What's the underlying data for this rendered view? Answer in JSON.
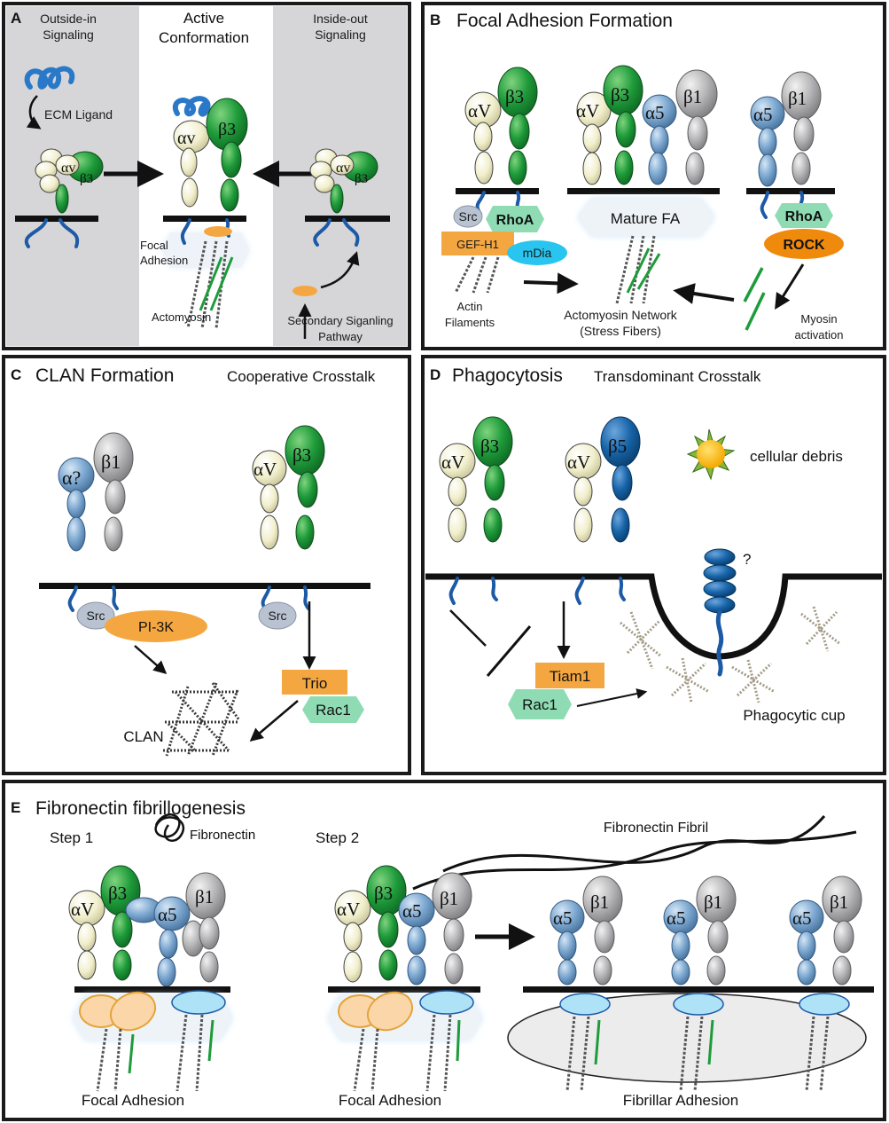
{
  "colors": {
    "beta3": "#1e9b3a",
    "alphaV": "#f1efcc",
    "alpha5": "#7aa6cf",
    "beta1": "#b5b5b7",
    "beta5": "#1764a8",
    "ecm": "#2a78c8",
    "orange": "#f4a741",
    "mint": "#8fdcb4",
    "cyan": "#27c5ef",
    "light_blue_pad": "#aee2f7"
  },
  "panelA": {
    "letter": "A",
    "outside_in": [
      "Outside-in",
      "Signaling"
    ],
    "active": [
      "Active",
      "Conformation"
    ],
    "inside_out": [
      "Inside-out",
      "Signaling"
    ],
    "ecm_ligand": "ECM Ligand",
    "av": "αv",
    "b3": "β3",
    "focal_adhesion": [
      "Focal",
      "Adhesion"
    ],
    "actomyosin": "Actomyosin",
    "secondary": [
      "Secondary Siganling",
      "Pathway"
    ]
  },
  "panelB": {
    "letter": "B",
    "title": "Focal Adhesion Formation",
    "av": "αV",
    "b3": "β3",
    "a5": "α5",
    "b1": "β1",
    "src": "Src",
    "rhoa": "RhoA",
    "gef": "GEF-H1",
    "mdia": "mDia",
    "mature_fa": "Mature FA",
    "rock": "ROCK",
    "actin": [
      "Actin",
      "Filaments"
    ],
    "network": [
      "Actomyosin Network",
      "(Stress Fibers)"
    ],
    "myosin": [
      "Myosin",
      "activation"
    ]
  },
  "panelC": {
    "letter": "C",
    "title": "CLAN Formation",
    "subtitle": "Cooperative Crosstalk",
    "a_q": "α?",
    "b1": "β1",
    "av": "αV",
    "b3": "β3",
    "src": "Src",
    "pi3k": "PI-3K",
    "trio": "Trio",
    "rac1": "Rac1",
    "clan": "CLAN"
  },
  "panelD": {
    "letter": "D",
    "title": "Phagocytosis",
    "subtitle": "Transdominant Crosstalk",
    "av": "αV",
    "b3": "β3",
    "b5": "β5",
    "debris": "cellular debris",
    "question": "?",
    "tiam1": "Tiam1",
    "rac1": "Rac1",
    "cup": "Phagocytic cup"
  },
  "panelE": {
    "letter": "E",
    "title": "Fibronectin fibrillogenesis",
    "step1": "Step 1",
    "step2": "Step 2",
    "fibronectin": "Fibronectin",
    "fibril": "Fibronectin Fibril",
    "av": "αV",
    "b3": "β3",
    "a5": "α5",
    "b1": "β1",
    "fa1": "Focal Adhesion",
    "fa2": "Focal Adhesion",
    "fibrillar": "Fibrillar Adhesion"
  }
}
